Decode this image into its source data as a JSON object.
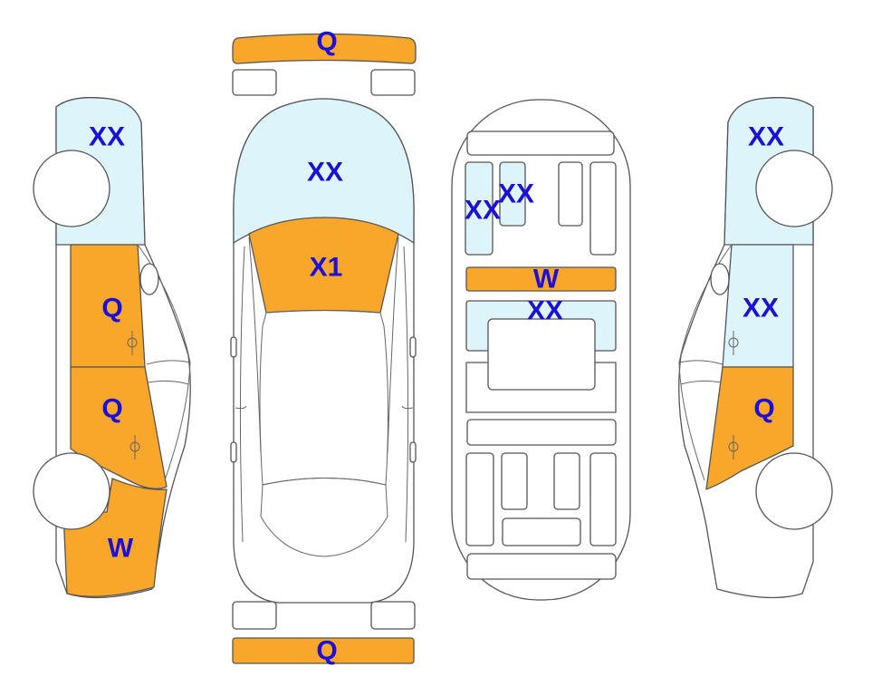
{
  "colors": {
    "damaged": "#f9a72b",
    "inspected": "#ddf4fb",
    "plain": "#ffffff",
    "label": "#1c10d8"
  },
  "labels": {
    "front_bumper": "Q",
    "hood": "XX",
    "windshield": "X1",
    "roof_rack_left": "XX",
    "roof_rack_right": "XX",
    "roof_bar": "W",
    "roof_panel": "XX",
    "rear_bumper": "Q",
    "left_front_fender": "XX",
    "left_front_door": "Q",
    "left_rear_door": "Q",
    "left_rear_quarter": "W",
    "right_front_fender": "XX",
    "right_front_door": "XX",
    "right_rear_door": "Q"
  }
}
